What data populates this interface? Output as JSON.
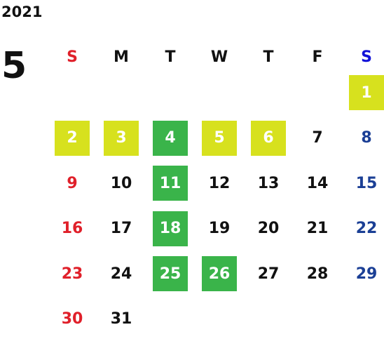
{
  "calendar": {
    "year": "2021",
    "month": "5",
    "weekdays": [
      "S",
      "M",
      "T",
      "W",
      "T",
      "F",
      "S"
    ],
    "first_weekday_index": 6,
    "days": [
      {
        "label": "1",
        "highlight": "yellow"
      },
      {
        "label": "2",
        "highlight": "yellow"
      },
      {
        "label": "3",
        "highlight": "yellow"
      },
      {
        "label": "4",
        "highlight": "green"
      },
      {
        "label": "5",
        "highlight": "yellow"
      },
      {
        "label": "6",
        "highlight": "yellow"
      },
      {
        "label": "7",
        "highlight": null
      },
      {
        "label": "8",
        "highlight": null
      },
      {
        "label": "9",
        "highlight": null
      },
      {
        "label": "10",
        "highlight": null
      },
      {
        "label": "11",
        "highlight": "green"
      },
      {
        "label": "12",
        "highlight": null
      },
      {
        "label": "13",
        "highlight": null
      },
      {
        "label": "14",
        "highlight": null
      },
      {
        "label": "15",
        "highlight": null
      },
      {
        "label": "16",
        "highlight": null
      },
      {
        "label": "17",
        "highlight": null
      },
      {
        "label": "18",
        "highlight": "green"
      },
      {
        "label": "19",
        "highlight": null
      },
      {
        "label": "20",
        "highlight": null
      },
      {
        "label": "21",
        "highlight": null
      },
      {
        "label": "22",
        "highlight": null
      },
      {
        "label": "23",
        "highlight": null
      },
      {
        "label": "24",
        "highlight": null
      },
      {
        "label": "25",
        "highlight": "green"
      },
      {
        "label": "26",
        "highlight": "green"
      },
      {
        "label": "27",
        "highlight": null
      },
      {
        "label": "28",
        "highlight": null
      },
      {
        "label": "29",
        "highlight": null
      },
      {
        "label": "30",
        "highlight": null
      },
      {
        "label": "31",
        "highlight": null
      }
    ]
  },
  "colors": {
    "sunday": "#e0202a",
    "saturday_header": "#1212d8",
    "saturday": "#1b3f95",
    "weekday": "#111111",
    "highlight_yellow": "#d7e11e",
    "highlight_green": "#3ab44a"
  }
}
